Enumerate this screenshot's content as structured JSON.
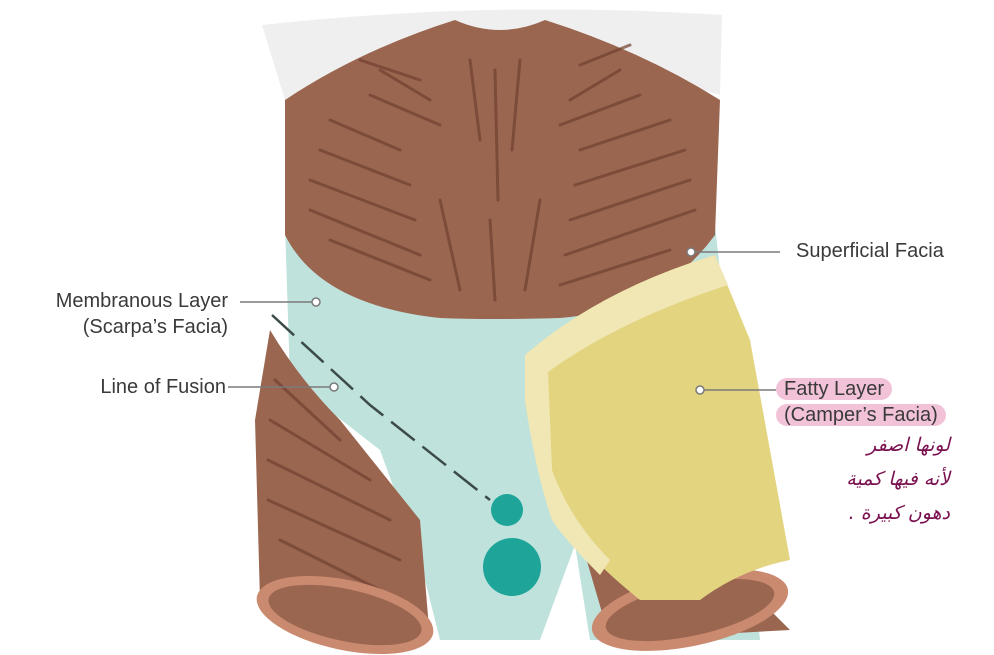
{
  "labels": {
    "superficial": "Superficial Facia",
    "membranous_line1": "Membranous Layer",
    "membranous_line2": "(Scarpa’s Facia)",
    "fusion": "Line of Fusion",
    "fatty_line1": "Fatty Layer",
    "fatty_line2": "(Camper’s Facia)"
  },
  "handwritten_note": {
    "line1": "لونها اصفر",
    "line2": "لأنه فيها كمية",
    "line3": "دهون كبيرة ."
  },
  "colors": {
    "muscle": "#9b6650",
    "muscle_stroke": "#6f4030",
    "membranous": "#bfe3dc",
    "fatty": "#e3d480",
    "teal_circle": "#1fa49a",
    "skin": "#efefef",
    "highlight": "#f2c3d8",
    "note_ink": "#7a1050"
  }
}
